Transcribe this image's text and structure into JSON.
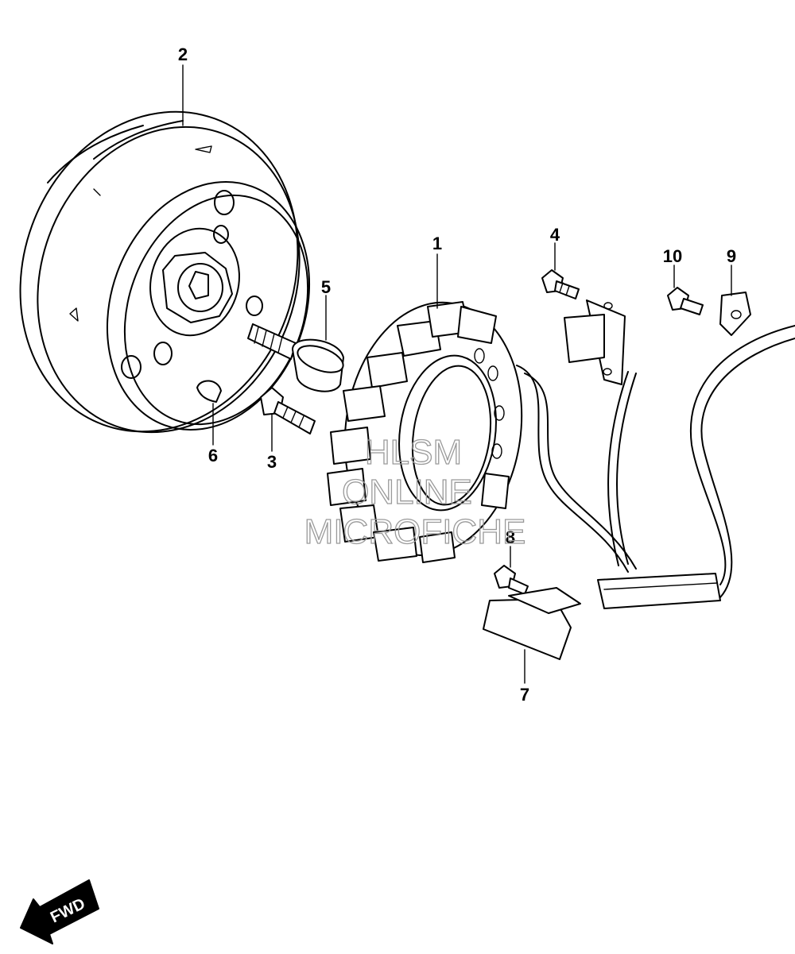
{
  "callouts": {
    "p1": "1",
    "p2": "2",
    "p3": "3",
    "p4": "4",
    "p5": "5",
    "p6": "6",
    "p7": "7",
    "p8": "8",
    "p9": "9",
    "p10": "10"
  },
  "watermark": {
    "line1": "HLSM",
    "line2": "ONLINE",
    "line3": "MICROFICHE"
  },
  "direction_badge": {
    "label": "FWD",
    "icon": "forward-arrow-icon"
  },
  "colors": {
    "line": "#000000",
    "watermark": "#9a9a9a",
    "background": "#ffffff"
  }
}
